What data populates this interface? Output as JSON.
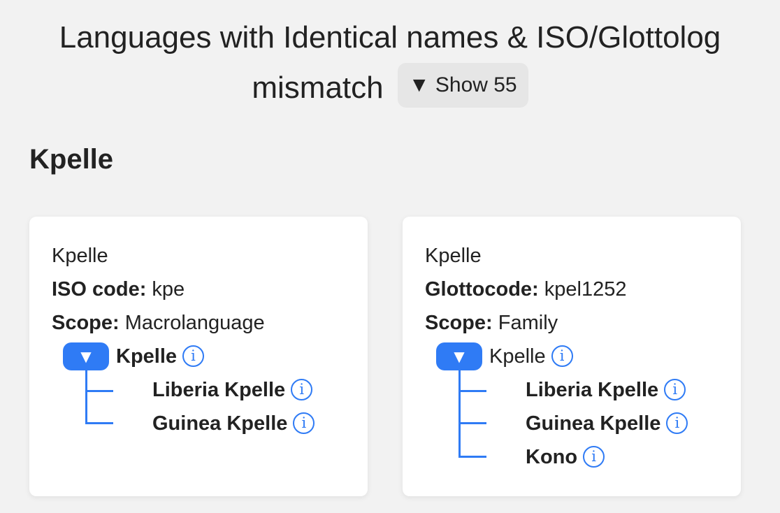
{
  "header": {
    "title_line1": "Languages with Identical names & ISO/Glottolog",
    "title_line2": "mismatch",
    "show_button": "▼ Show 55"
  },
  "section": {
    "heading": "Kpelle"
  },
  "left_card": {
    "name": "Kpelle",
    "code_label": "ISO code:",
    "code_value": " kpe",
    "scope_label": "Scope:",
    "scope_value": " Macrolanguage",
    "toggle_icon": "▼",
    "tree_root": "Kpelle",
    "children": [
      "Liberia Kpelle",
      "Guinea Kpelle"
    ]
  },
  "right_card": {
    "name": "Kpelle",
    "code_label": "Glottocode:",
    "code_value": " kpel1252",
    "scope_label": "Scope:",
    "scope_value": " Family",
    "toggle_icon": "▼",
    "tree_root": "Kpelle",
    "children": [
      "Liberia Kpelle",
      "Guinea Kpelle",
      "Kono"
    ]
  },
  "icons": {
    "info": "i",
    "accent": "#2f7bf5"
  }
}
